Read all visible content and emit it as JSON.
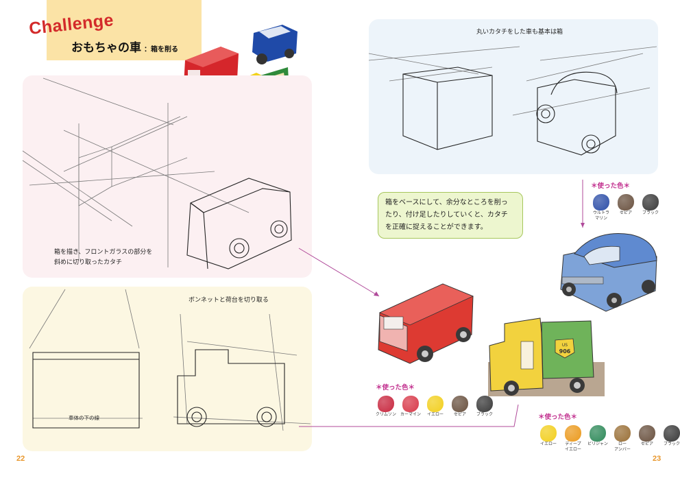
{
  "title": {
    "challenge": "Challenge",
    "main": "おもちゃの車",
    "sub": "：箱を削る"
  },
  "captions": {
    "box_front_glass": [
      "箱を描き、フロントガラスの部分を",
      "斜めに切り取ったカタチ"
    ],
    "round_car": "丸いカタチをした車も基本は箱",
    "bonnet_bed": "ボンネットと荷台を切り取る",
    "body_bottom_line": "車体の下の線"
  },
  "callout": [
    "箱をベースにして、余分なところを削っ",
    "たり、付け足したりしていくと、カタチ",
    "を正確に捉えることができます。"
  ],
  "colors_used_label": "＊使った色＊",
  "palette_blue": [
    {
      "label": "ウルトラ\nマリン",
      "color": "#2e4fa8"
    },
    {
      "label": "セピア",
      "color": "#6a5240"
    },
    {
      "label": "ブラック",
      "color": "#3a3a3a"
    }
  ],
  "palette_red": [
    {
      "label": "クリムソン",
      "color": "#c8283f"
    },
    {
      "label": "カーマイン",
      "color": "#d83a4a"
    },
    {
      "label": "イエロー",
      "color": "#f2cf1e"
    },
    {
      "label": "セピア",
      "color": "#6a5240"
    },
    {
      "label": "ブラック",
      "color": "#3a3a3a"
    }
  ],
  "palette_yellow": [
    {
      "label": "イエロー",
      "color": "#f2cf1e"
    },
    {
      "label": "ディープ\nイエロー",
      "color": "#eb9a1e"
    },
    {
      "label": "ビリジャン",
      "color": "#2f8a5a"
    },
    {
      "label": "ロー\nアンバー",
      "color": "#9a7038"
    },
    {
      "label": "セピア",
      "color": "#6a5240"
    },
    {
      "label": "ブラック",
      "color": "#3a3a3a"
    }
  ],
  "truck_plate_top": "US",
  "truck_plate_num": "906",
  "page_left": "22",
  "page_right": "23"
}
